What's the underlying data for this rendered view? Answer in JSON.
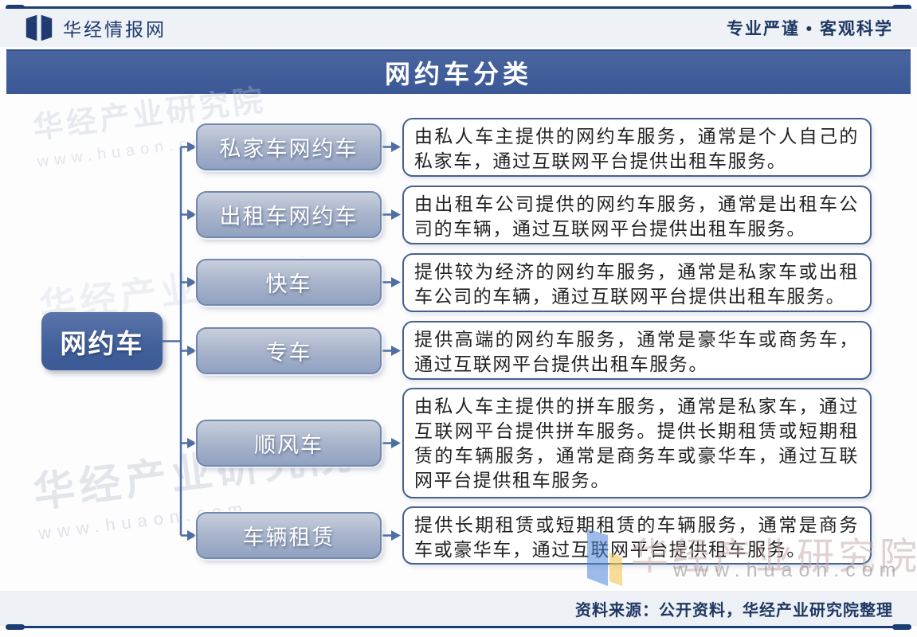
{
  "header": {
    "brand": "华经情报网",
    "slogan": "专业严谨 • 客观科学"
  },
  "title": "网约车分类",
  "root": "网约车",
  "rows": [
    {
      "label": "私家车网约车",
      "desc": "由私人车主提供的网约车服务，通常是个人自己的私家车，通过互联网平台提供出租车服务。"
    },
    {
      "label": "出租车网约车",
      "desc": "由出租车公司提供的网约车服务，通常是出租车公司的车辆，通过互联网平台提供出租车服务。"
    },
    {
      "label": "快车",
      "desc": "提供较为经济的网约车服务，通常是私家车或出租车公司的车辆，通过互联网平台提供出租车服务。"
    },
    {
      "label": "专车",
      "desc": "提供高端的网约车服务，通常是豪华车或商务车，通过互联网平台提供出租车服务。"
    },
    {
      "label": "顺风车",
      "desc": "由私人车主提供的拼车服务，通常是私家车，通过互联网平台提供拼车服务。提供长期租赁或短期租赁的车辆服务，通常是商务车或豪华车，通过互联网平台提供租车服务。"
    },
    {
      "label": "车辆租赁",
      "desc": "提供长期租赁或短期租赁的车辆服务，通常是商务车或豪华车，通过互联网平台提供租车服务。"
    }
  ],
  "footer": {
    "source": "资料来源：公开资料，华经产业研究院整理"
  },
  "watermarks": {
    "institute": "华经产业研究院",
    "site": "www.huaon.com"
  },
  "colors": {
    "accent_blue": "#3e5c9a",
    "navy_text": "#1f3864",
    "category_box_top": "#c8cfdc",
    "category_box_bottom": "#90a1c1",
    "category_box_border": "#7288ae",
    "root_node": "#41609b",
    "description_border": "#46618f",
    "connector": "#4f6fa3",
    "rule": "#1c3c74",
    "header_bg": "#eef1f6"
  }
}
